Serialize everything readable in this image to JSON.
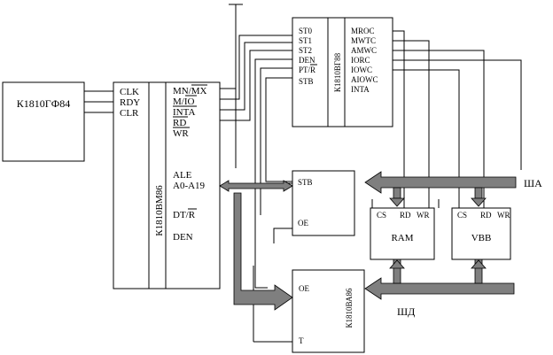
{
  "gen": {
    "name": "К1810ГФ84"
  },
  "cpu": {
    "name": "К1810ВМ86",
    "left_pins": [
      "CLK",
      "RDY",
      "CLR"
    ],
    "right_pins": [
      "MN/MX",
      "M/IO",
      "INTA",
      "RD",
      "WR",
      "ALE",
      "A0-A19",
      "DT/R",
      "DEN"
    ]
  },
  "bc": {
    "name": "К1810ВГ88",
    "in_pins": [
      "ST0",
      "ST1",
      "ST2",
      "DEN",
      "PT/R",
      "STB"
    ],
    "out_pins": [
      "MROC",
      "MWTC",
      "AMWC",
      "IORC",
      "IOWC",
      "AIOWC",
      "INTA"
    ]
  },
  "latch": {
    "stb": "STB",
    "oe": "OE"
  },
  "xcvr": {
    "name": "К1810ВА86",
    "oe": "OE",
    "t": "T"
  },
  "ram": {
    "name": "RAM",
    "cs": "CS",
    "rd": "RD",
    "wr": "WR"
  },
  "vbb": {
    "name": "VBB",
    "cs": "CS",
    "rd": "RD",
    "wr": "WR"
  },
  "buses": {
    "addr": "ША",
    "data": "ШД"
  }
}
